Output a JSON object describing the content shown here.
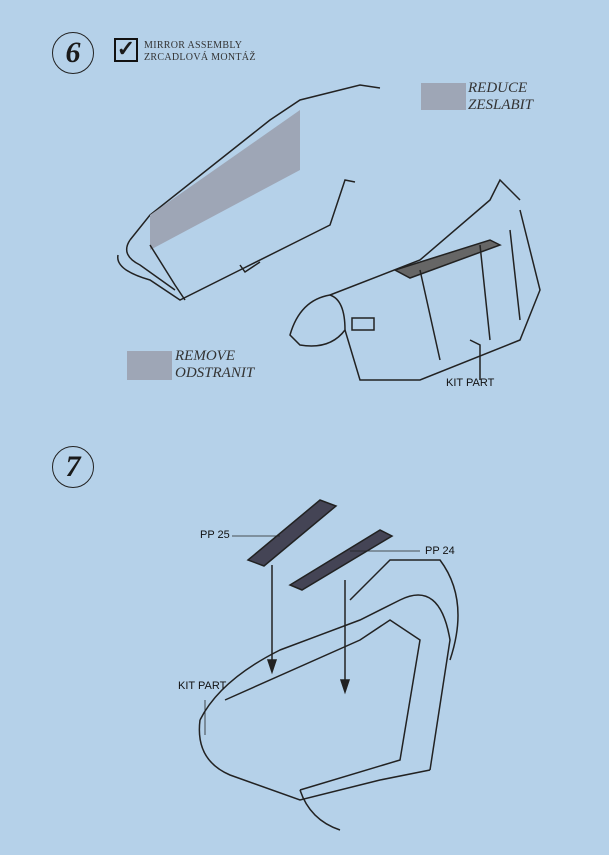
{
  "step6": {
    "number": "6",
    "title_en": "MIRROR ASSEMBLY",
    "title_cz": "ZRCADLOVÁ MONTÁŽ",
    "checkbox_icon": "check-icon"
  },
  "legend": {
    "reduce_en": "REDUCE",
    "reduce_cz": "ZESLABIT",
    "remove_en": "REMOVE",
    "remove_cz": "ODSTRANIT",
    "swatch_color": "#9ea6b6"
  },
  "labels": {
    "kit_part_1": "KIT PART",
    "kit_part_2": "KIT PART",
    "pp25": "PP 25",
    "pp24": "PP 24"
  },
  "step7": {
    "number": "7"
  }
}
